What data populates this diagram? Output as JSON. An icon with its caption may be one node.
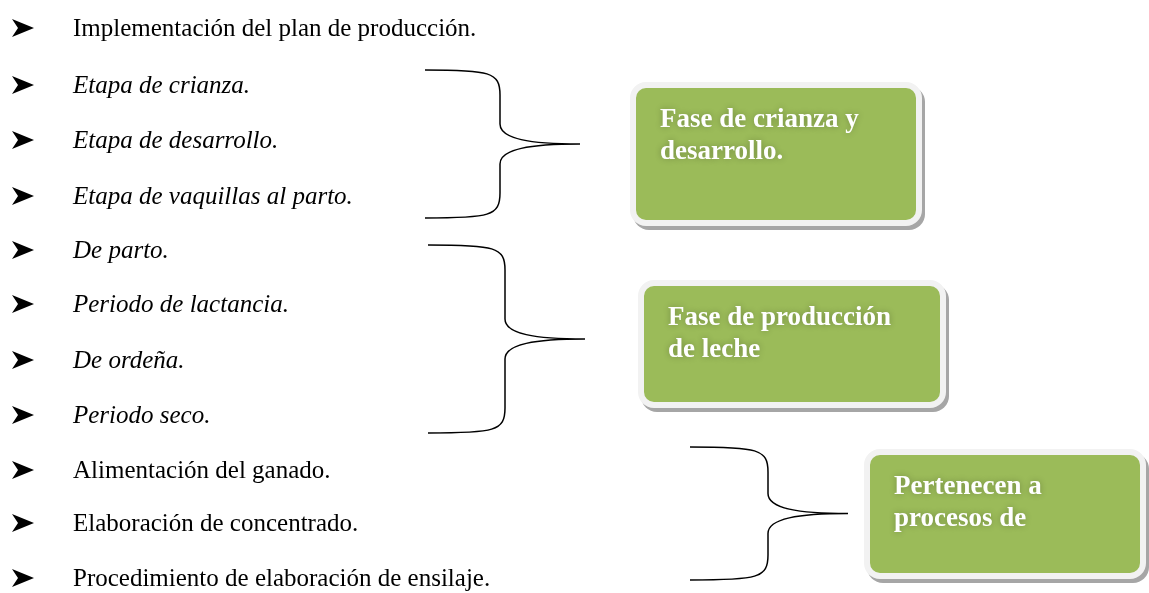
{
  "diagram": {
    "nodes": [
      {
        "text": [
          "Fase de crianza y desarrollo."
        ]
      },
      {
        "text": [
          "Fase de producción de leche"
        ]
      },
      {
        "text": [
          "Pertenecen a procesos de"
        ]
      }
    ],
    "labels": [
      "Implementación del plan de producción.",
      "Etapa de crianza.",
      "Etapa de desarrollo.",
      "Etapa de vaquillas al parto.",
      "De parto.",
      "Periodo de lactancia.",
      "De ordeña.",
      "Periodo seco.",
      "Alimentación del ganado.",
      "Elaboración de concentrado.",
      "Procedimiento de elaboración de ensilaje."
    ]
  }
}
